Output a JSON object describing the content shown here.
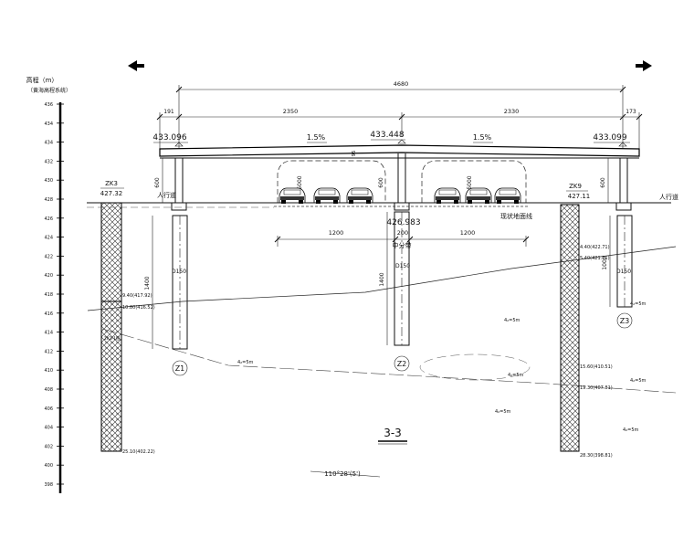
{
  "elevation_axis": {
    "title": "高程（m）",
    "subtitle": "（黄海高程系统）",
    "ticks": [
      "436",
      "434",
      "434",
      "432",
      "430",
      "428",
      "426",
      "424",
      "422",
      "420",
      "418",
      "416",
      "414",
      "412",
      "410",
      "408",
      "406",
      "404",
      "402",
      "400",
      "398"
    ]
  },
  "dimensions": {
    "total": "4680",
    "left_edge": "191",
    "left_span": "2350",
    "right_span": "2330",
    "right_edge": "173",
    "median_left": "1200",
    "median_width": "200",
    "median_right": "1200",
    "pier_z1_length": "1400",
    "pier_z2_length": "1400",
    "pier_z3_length": "1000",
    "pier_z1_diameter": "D150",
    "pier_z2_diameter": "D150",
    "pier_z3_diameter": "D150",
    "clearance_left": "5000",
    "clearance_right": "5000",
    "column_height_left": "600",
    "column_height_mid": "600",
    "column_height_right": "600",
    "deck_depth": "95"
  },
  "elevations": {
    "deck_left": "433.096",
    "deck_mid": "433.448",
    "deck_right": "433.099",
    "ground_mid": "426.983"
  },
  "slopes": {
    "left": "1.5%",
    "right": "1.5%"
  },
  "boreholes": {
    "left": {
      "name": "ZK3",
      "elev": "427.32"
    },
    "right": {
      "name": "ZK9",
      "elev": "427.11"
    }
  },
  "labels": {
    "sidewalk_left": "人行道",
    "sidewalk_right": "人行道",
    "existing_ground": "现状地面线",
    "median": "中分带",
    "section": "3-3",
    "angle": "110°28'(5')"
  },
  "piers": [
    "Z1",
    "Z2",
    "Z3"
  ],
  "layer_notes": {
    "left_1": "9.40(417.92)",
    "left_2": "10.80(416.52)",
    "left_3": "2K3-1层",
    "left_bottom": "25.10(402.22)",
    "right_1": "4.40(422.71)",
    "right_2": "5.40(421.71)",
    "right_3": "15.60(410.51)",
    "right_4": "19.30(407.81)",
    "right_bottom": "28.30(398.81)",
    "soil_a": "4₂=5m",
    "soil_b": "4₂=5m",
    "soil_c": "4₂=5m",
    "soil_d": "4₂=5m",
    "soil_e": "4₂=5m",
    "soil_f": "4₂=5m",
    "soil_g": "4₂=5m"
  }
}
